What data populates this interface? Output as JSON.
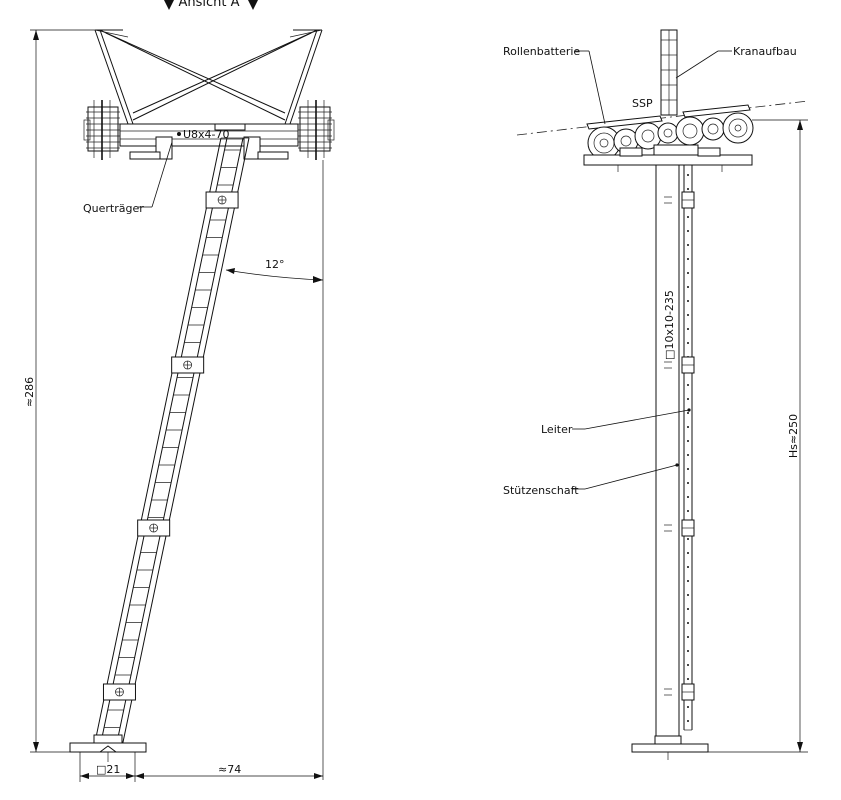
{
  "view_title": "Ansicht A",
  "left_view": {
    "profile_label": "U8x4-70",
    "crossbeam_label": "Querträger",
    "angle_label": "12°",
    "height_label": "≈286",
    "base_label": "□21",
    "width_label": "≈74"
  },
  "right_view": {
    "roller_battery_label": "Rollenbatterie",
    "crane_label": "Kranaufbau",
    "ssp_label": "SSP",
    "shaft_profile_label": "□10x10-235",
    "ladder_label": "Leiter",
    "shaft_label": "Stützenschaft",
    "hs_label": "Hs≈250"
  }
}
